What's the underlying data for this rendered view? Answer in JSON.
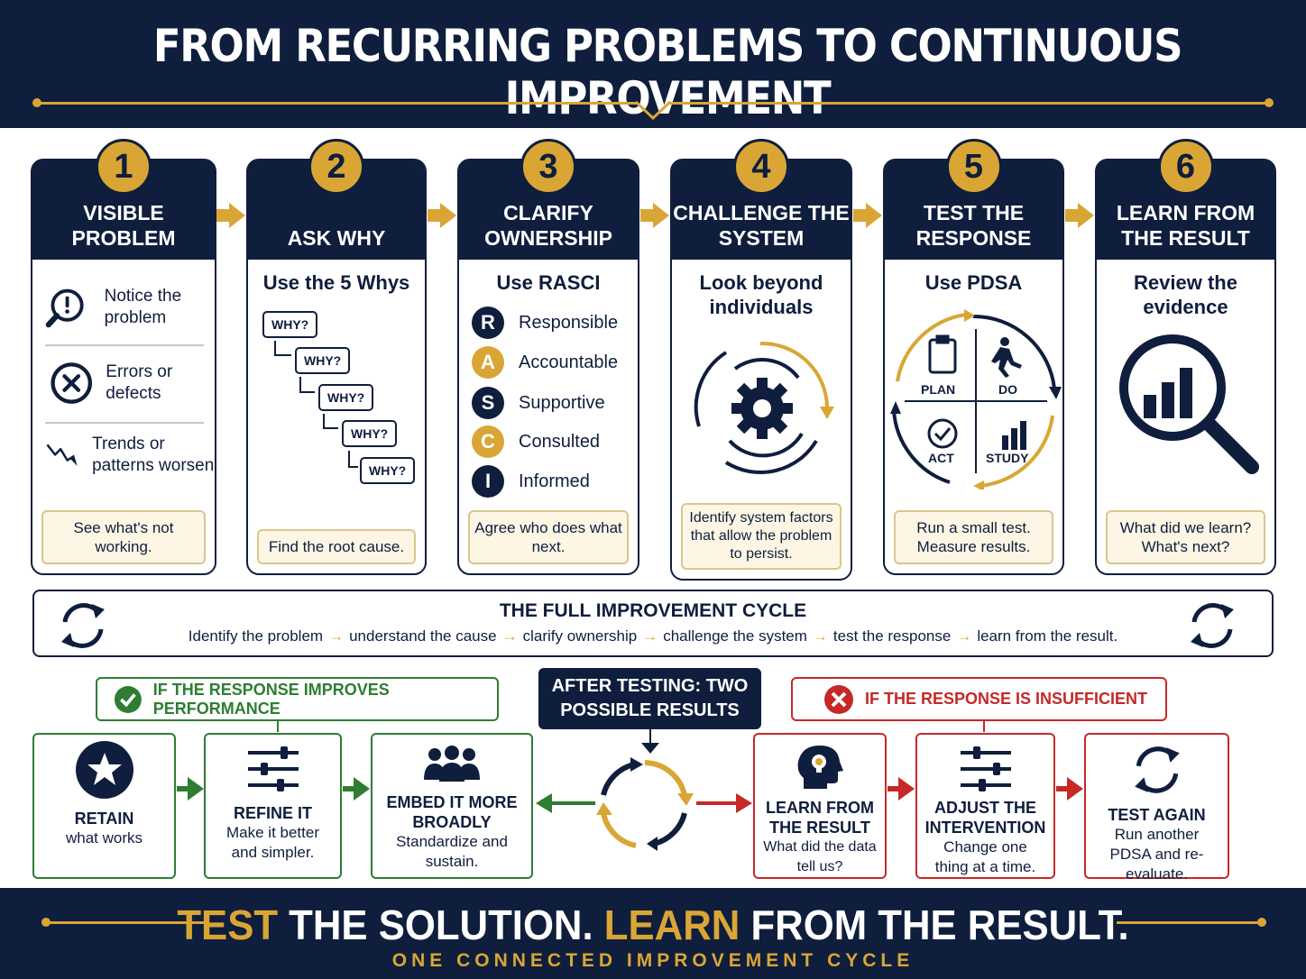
{
  "title": "FROM RECURRING PROBLEMS TO CONTINUOUS IMPROVEMENT",
  "colors": {
    "navy": "#0f1e3d",
    "gold": "#d9a635",
    "green": "#2e7d32",
    "red": "#c62828",
    "cream": "#fdf6e4"
  },
  "steps": [
    {
      "num": "1",
      "title": "VISIBLE PROBLEM",
      "items": [
        {
          "icon": "magnifier-exclamation-icon",
          "text": "Notice the problem"
        },
        {
          "icon": "circle-x-icon",
          "text": "Errors or defects"
        },
        {
          "icon": "trend-down-icon",
          "text": "Trends or patterns worsen"
        }
      ],
      "note": "See what's not working."
    },
    {
      "num": "2",
      "title": "ASK WHY",
      "subtitle": "Use the 5 Whys",
      "why": [
        "WHY?",
        "WHY?",
        "WHY?",
        "WHY?",
        "WHY?"
      ],
      "note": "Find the root cause."
    },
    {
      "num": "3",
      "title": "CLARIFY OWNERSHIP",
      "subtitle": "Use RASCI",
      "rasci": [
        {
          "letter": "R",
          "label": "Responsible"
        },
        {
          "letter": "A",
          "label": "Accountable"
        },
        {
          "letter": "S",
          "label": "Supportive"
        },
        {
          "letter": "C",
          "label": "Consulted"
        },
        {
          "letter": "I",
          "label": "Informed"
        }
      ],
      "note": "Agree who does what next."
    },
    {
      "num": "4",
      "title": "CHALLENGE THE SYSTEM",
      "subtitle": "Look beyond individuals",
      "icon": "gear-cycle-icon",
      "note": "Identify system factors that allow the problem to persist."
    },
    {
      "num": "5",
      "title": "TEST THE RESPONSE",
      "subtitle": "Use PDSA",
      "pdsa": [
        "PLAN",
        "DO",
        "ACT",
        "STUDY"
      ],
      "note": "Run a small test. Measure results."
    },
    {
      "num": "6",
      "title": "LEARN FROM THE RESULT",
      "subtitle": "Review the evidence",
      "icon": "magnifier-chart-icon",
      "note": "What did we learn? What's next?"
    }
  ],
  "cycle": {
    "title": "THE FULL IMPROVEMENT CYCLE",
    "stages": [
      "Identify the problem",
      "understand the cause",
      "clarify ownership",
      "challenge the system",
      "test the response",
      "learn from the result."
    ],
    "arrow": "→"
  },
  "after": {
    "title": "AFTER TESTING: TWO POSSIBLE RESULTS"
  },
  "improves": {
    "label": "IF THE RESPONSE IMPROVES PERFORMANCE",
    "boxes": [
      {
        "icon": "star-icon",
        "title": "RETAIN",
        "sub": "what works"
      },
      {
        "icon": "sliders-icon",
        "title": "REFINE IT",
        "sub": "Make it better and simpler."
      },
      {
        "icon": "people-icon",
        "title": "EMBED IT MORE BROADLY",
        "sub": "Standardize and sustain."
      }
    ]
  },
  "insufficient": {
    "label": "IF THE RESPONSE IS INSUFFICIENT",
    "boxes": [
      {
        "icon": "head-lightbulb-icon",
        "title": "LEARN FROM THE RESULT",
        "sub": "What did the data tell us?"
      },
      {
        "icon": "sliders-icon",
        "title": "ADJUST THE INTERVENTION",
        "sub": "Change one thing at a time."
      },
      {
        "icon": "refresh-icon",
        "title": "TEST AGAIN",
        "sub": "Run another PDSA and re-evaluate."
      }
    ]
  },
  "footer": {
    "w1": "TEST",
    "w2": "THE SOLUTION.",
    "w3": "LEARN",
    "w4": "FROM THE RESULT.",
    "tagline": "ONE CONNECTED IMPROVEMENT CYCLE"
  }
}
